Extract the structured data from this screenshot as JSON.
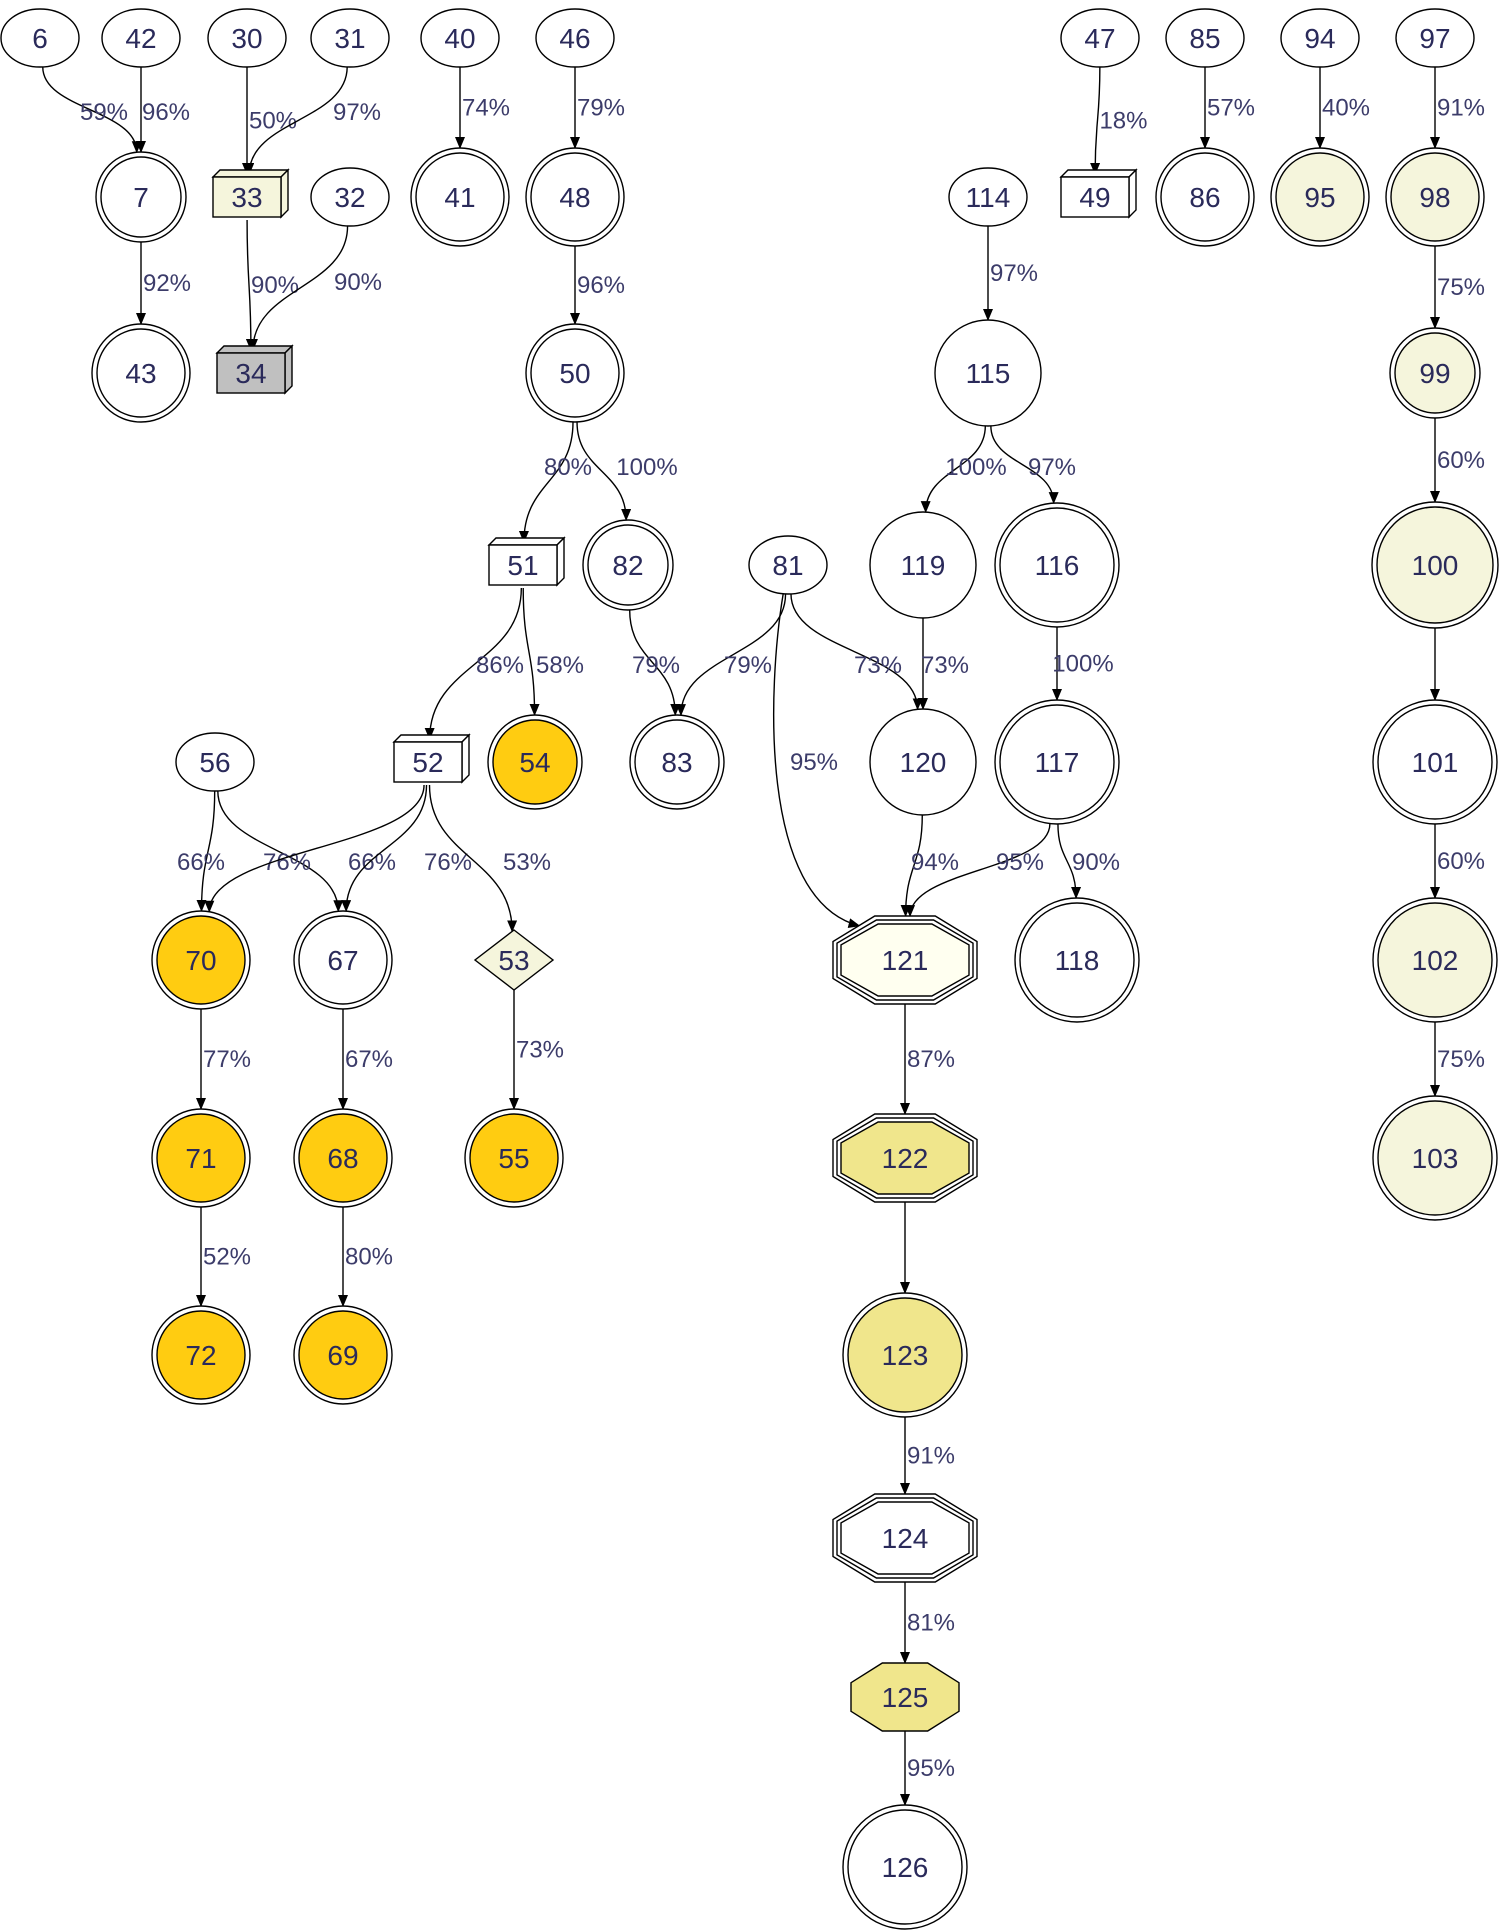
{
  "colors": {
    "white": "#ffffff",
    "beige": "#f5f5dc",
    "ivory": "#fffff0",
    "gold": "#ffcc11",
    "khaki": "#f0e68c",
    "gray": "#c0c0c0",
    "text": "#2a2a5a",
    "edge_text": "#3c3c6a"
  },
  "nodes": [
    {
      "id": "6",
      "label": "6",
      "shape": "ellipse",
      "fill": "white"
    },
    {
      "id": "42",
      "label": "42",
      "shape": "ellipse",
      "fill": "white"
    },
    {
      "id": "30",
      "label": "30",
      "shape": "ellipse",
      "fill": "white"
    },
    {
      "id": "31",
      "label": "31",
      "shape": "ellipse",
      "fill": "white"
    },
    {
      "id": "40",
      "label": "40",
      "shape": "ellipse",
      "fill": "white"
    },
    {
      "id": "46",
      "label": "46",
      "shape": "ellipse",
      "fill": "white"
    },
    {
      "id": "47",
      "label": "47",
      "shape": "ellipse",
      "fill": "white"
    },
    {
      "id": "85",
      "label": "85",
      "shape": "ellipse",
      "fill": "white"
    },
    {
      "id": "94",
      "label": "94",
      "shape": "ellipse",
      "fill": "white"
    },
    {
      "id": "97",
      "label": "97",
      "shape": "ellipse",
      "fill": "white"
    },
    {
      "id": "7",
      "label": "7",
      "shape": "doublecircle",
      "fill": "white"
    },
    {
      "id": "33",
      "label": "33",
      "shape": "box3d",
      "fill": "beige"
    },
    {
      "id": "32",
      "label": "32",
      "shape": "ellipse",
      "fill": "white"
    },
    {
      "id": "41",
      "label": "41",
      "shape": "doublecircle",
      "fill": "white"
    },
    {
      "id": "48",
      "label": "48",
      "shape": "doublecircle",
      "fill": "white"
    },
    {
      "id": "114",
      "label": "114",
      "shape": "ellipse",
      "fill": "white"
    },
    {
      "id": "49",
      "label": "49",
      "shape": "box3d",
      "fill": "white"
    },
    {
      "id": "86",
      "label": "86",
      "shape": "doublecircle",
      "fill": "white"
    },
    {
      "id": "95",
      "label": "95",
      "shape": "doublecircle",
      "fill": "beige"
    },
    {
      "id": "98",
      "label": "98",
      "shape": "doublecircle",
      "fill": "beige"
    },
    {
      "id": "43",
      "label": "43",
      "shape": "doublecircle",
      "fill": "white"
    },
    {
      "id": "34",
      "label": "34",
      "shape": "box3d",
      "fill": "gray"
    },
    {
      "id": "50",
      "label": "50",
      "shape": "doublecircle",
      "fill": "white"
    },
    {
      "id": "115",
      "label": "115",
      "shape": "circle",
      "fill": "white"
    },
    {
      "id": "99",
      "label": "99",
      "shape": "doublecircle",
      "fill": "beige"
    },
    {
      "id": "51",
      "label": "51",
      "shape": "box3d",
      "fill": "white"
    },
    {
      "id": "82",
      "label": "82",
      "shape": "doublecircle",
      "fill": "white"
    },
    {
      "id": "81",
      "label": "81",
      "shape": "ellipse",
      "fill": "white"
    },
    {
      "id": "119",
      "label": "119",
      "shape": "circle",
      "fill": "white"
    },
    {
      "id": "116",
      "label": "116",
      "shape": "doublecircle",
      "fill": "white"
    },
    {
      "id": "100",
      "label": "100",
      "shape": "doublecircle",
      "fill": "beige"
    },
    {
      "id": "56",
      "label": "56",
      "shape": "ellipse",
      "fill": "white"
    },
    {
      "id": "52",
      "label": "52",
      "shape": "box3d",
      "fill": "white"
    },
    {
      "id": "54",
      "label": "54",
      "shape": "doublecircle",
      "fill": "gold"
    },
    {
      "id": "83",
      "label": "83",
      "shape": "doublecircle",
      "fill": "white"
    },
    {
      "id": "120",
      "label": "120",
      "shape": "circle",
      "fill": "white"
    },
    {
      "id": "117",
      "label": "117",
      "shape": "doublecircle",
      "fill": "white"
    },
    {
      "id": "101",
      "label": "101",
      "shape": "doublecircle",
      "fill": "white"
    },
    {
      "id": "70",
      "label": "70",
      "shape": "doublecircle",
      "fill": "gold"
    },
    {
      "id": "67",
      "label": "67",
      "shape": "doublecircle",
      "fill": "white"
    },
    {
      "id": "53",
      "label": "53",
      "shape": "diamond",
      "fill": "beige"
    },
    {
      "id": "121",
      "label": "121",
      "shape": "tripleoctagon",
      "fill": "ivory"
    },
    {
      "id": "118",
      "label": "118",
      "shape": "doublecircle",
      "fill": "white"
    },
    {
      "id": "102",
      "label": "102",
      "shape": "doublecircle",
      "fill": "beige"
    },
    {
      "id": "71",
      "label": "71",
      "shape": "doublecircle",
      "fill": "gold"
    },
    {
      "id": "68",
      "label": "68",
      "shape": "doublecircle",
      "fill": "gold"
    },
    {
      "id": "55",
      "label": "55",
      "shape": "doublecircle",
      "fill": "gold"
    },
    {
      "id": "122",
      "label": "122",
      "shape": "tripleoctagon",
      "fill": "khaki"
    },
    {
      "id": "103",
      "label": "103",
      "shape": "doublecircle",
      "fill": "beige"
    },
    {
      "id": "72",
      "label": "72",
      "shape": "doublecircle",
      "fill": "gold"
    },
    {
      "id": "69",
      "label": "69",
      "shape": "doublecircle",
      "fill": "gold"
    },
    {
      "id": "123",
      "label": "123",
      "shape": "doublecircle",
      "fill": "khaki"
    },
    {
      "id": "124",
      "label": "124",
      "shape": "tripleoctagon",
      "fill": "white"
    },
    {
      "id": "125",
      "label": "125",
      "shape": "octagon",
      "fill": "khaki"
    },
    {
      "id": "126",
      "label": "126",
      "shape": "doublecircle",
      "fill": "white"
    }
  ],
  "edges": [
    {
      "from": "6",
      "to": "7",
      "label": "59%"
    },
    {
      "from": "42",
      "to": "7",
      "label": "96%"
    },
    {
      "from": "30",
      "to": "33",
      "label": "50%"
    },
    {
      "from": "31",
      "to": "33",
      "label": "97%"
    },
    {
      "from": "40",
      "to": "41",
      "label": "74%"
    },
    {
      "from": "46",
      "to": "48",
      "label": "79%"
    },
    {
      "from": "47",
      "to": "49",
      "label": "18%"
    },
    {
      "from": "85",
      "to": "86",
      "label": "57%"
    },
    {
      "from": "94",
      "to": "95",
      "label": "40%"
    },
    {
      "from": "97",
      "to": "98",
      "label": "91%"
    },
    {
      "from": "7",
      "to": "43",
      "label": "92%"
    },
    {
      "from": "33",
      "to": "34",
      "label": "90%"
    },
    {
      "from": "32",
      "to": "34",
      "label": "90%"
    },
    {
      "from": "48",
      "to": "50",
      "label": "96%"
    },
    {
      "from": "114",
      "to": "115",
      "label": "97%"
    },
    {
      "from": "98",
      "to": "99",
      "label": "75%"
    },
    {
      "from": "50",
      "to": "51",
      "label": "80%"
    },
    {
      "from": "50",
      "to": "82",
      "label": "100%"
    },
    {
      "from": "115",
      "to": "119",
      "label": "100%"
    },
    {
      "from": "115",
      "to": "116",
      "label": "97%"
    },
    {
      "from": "99",
      "to": "100",
      "label": "60%"
    },
    {
      "from": "51",
      "to": "52",
      "label": "86%"
    },
    {
      "from": "51",
      "to": "54",
      "label": "58%"
    },
    {
      "from": "82",
      "to": "83",
      "label": "79%"
    },
    {
      "from": "81",
      "to": "83",
      "label": "79%"
    },
    {
      "from": "81",
      "to": "120",
      "label": "73%"
    },
    {
      "from": "119",
      "to": "120",
      "label": "73%"
    },
    {
      "from": "81",
      "to": "121",
      "label": "95%"
    },
    {
      "from": "116",
      "to": "117",
      "label": "100%"
    },
    {
      "from": "100",
      "to": "101",
      "label": ""
    },
    {
      "from": "56",
      "to": "70",
      "label": "66%"
    },
    {
      "from": "56",
      "to": "67",
      "label": "76%"
    },
    {
      "from": "52",
      "to": "70",
      "label": "66%"
    },
    {
      "from": "52",
      "to": "67",
      "label": "76%"
    },
    {
      "from": "52",
      "to": "53",
      "label": "53%"
    },
    {
      "from": "120",
      "to": "121",
      "label": "94%"
    },
    {
      "from": "117",
      "to": "121",
      "label": "95%"
    },
    {
      "from": "117",
      "to": "118",
      "label": "90%"
    },
    {
      "from": "101",
      "to": "102",
      "label": "60%"
    },
    {
      "from": "70",
      "to": "71",
      "label": "77%"
    },
    {
      "from": "67",
      "to": "68",
      "label": "67%"
    },
    {
      "from": "53",
      "to": "55",
      "label": "73%"
    },
    {
      "from": "121",
      "to": "122",
      "label": "87%"
    },
    {
      "from": "102",
      "to": "103",
      "label": "75%"
    },
    {
      "from": "71",
      "to": "72",
      "label": "52%"
    },
    {
      "from": "68",
      "to": "69",
      "label": "80%"
    },
    {
      "from": "122",
      "to": "123",
      "label": ""
    },
    {
      "from": "123",
      "to": "124",
      "label": "91%"
    },
    {
      "from": "124",
      "to": "125",
      "label": "81%"
    },
    {
      "from": "125",
      "to": "126",
      "label": "95%"
    }
  ]
}
